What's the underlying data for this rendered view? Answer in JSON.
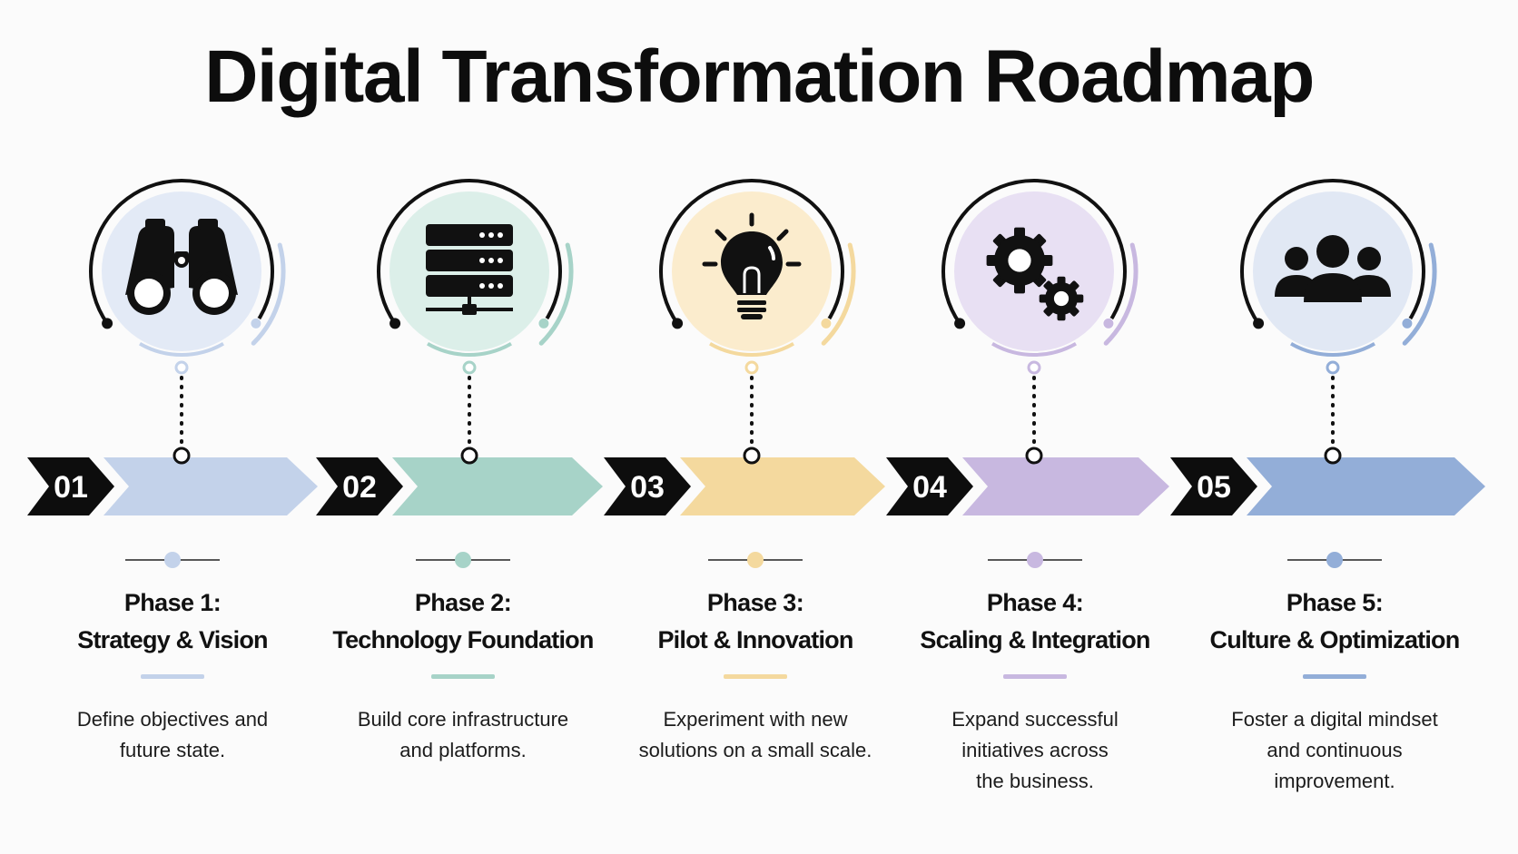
{
  "title": "Digital Transformation Roadmap",
  "phases": [
    {
      "number": "01",
      "name": "Phase 1:",
      "subtitle": "Strategy & Vision",
      "description": [
        "Define objectives and",
        "future state."
      ],
      "icon": "binoculars-icon",
      "color": "#c3d2ea",
      "fill": "#e3eaf6"
    },
    {
      "number": "02",
      "name": "Phase 2:",
      "subtitle": "Technology Foundation",
      "description": [
        "Build core infrastructure",
        "and platforms."
      ],
      "icon": "server-icon",
      "color": "#a7d3c8",
      "fill": "#dcefe9"
    },
    {
      "number": "03",
      "name": "Phase 3:",
      "subtitle": "Pilot & Innovation",
      "description": [
        "Experiment with new",
        "solutions on a small scale."
      ],
      "icon": "lightbulb-icon",
      "color": "#f4d99e",
      "fill": "#fbeccd"
    },
    {
      "number": "04",
      "name": "Phase 4:",
      "subtitle": "Scaling & Integration",
      "description": [
        "Expand successful",
        "initiatives across",
        "the business."
      ],
      "icon": "gears-icon",
      "color": "#c8b8e0",
      "fill": "#e8e0f3"
    },
    {
      "number": "05",
      "name": "Phase 5:",
      "subtitle": "Culture & Optimization",
      "description": [
        "Foster a digital mindset",
        "and continuous",
        "improvement."
      ],
      "icon": "team-icon",
      "color": "#93aed8",
      "fill": "#e1e8f4"
    }
  ]
}
